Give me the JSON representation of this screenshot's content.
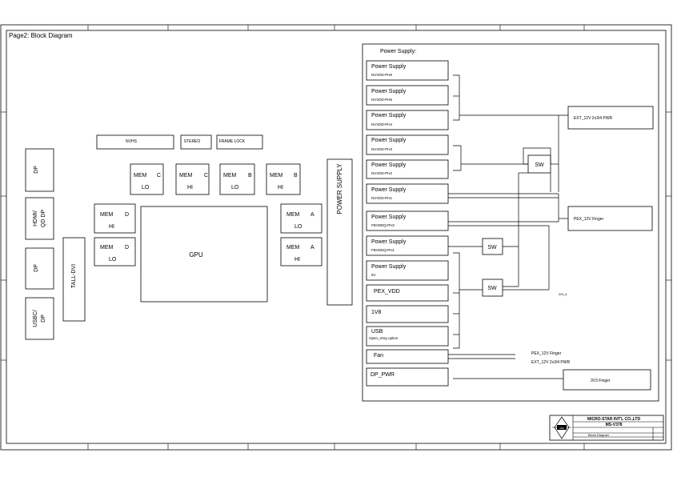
{
  "page": {
    "title": "Page2: Block Diagram"
  },
  "connectors": [
    {
      "label": "DP"
    },
    {
      "label": "HDMI/",
      "label2": "QD DP"
    },
    {
      "label": "DP"
    },
    {
      "label": "USBC/",
      "label2": "DP"
    }
  ],
  "tall_dvi": "TALL-DVI",
  "top_blocks": {
    "nvhs": "NVHS",
    "stereo": "STEREO",
    "frame_lock": "FRAME LOCK"
  },
  "gpu": "GPU",
  "memory": [
    {
      "line1": "MEM",
      "ch": "C",
      "line2": "LO"
    },
    {
      "line1": "MEM",
      "ch": "C",
      "line2": "HI"
    },
    {
      "line1": "MEM",
      "ch": "B",
      "line2": "LO"
    },
    {
      "line1": "MEM",
      "ch": "B",
      "line2": "HI"
    },
    {
      "line1": "MEM",
      "ch": "D",
      "line2": "HI"
    },
    {
      "line1": "MEM",
      "ch": "D",
      "line2": "LO"
    },
    {
      "line1": "MEM",
      "ch": "A",
      "line2": "LO"
    },
    {
      "line1": "MEM",
      "ch": "A",
      "line2": "HI"
    }
  ],
  "power_supply_bar": "POWER SUPPLY",
  "power": {
    "header": "Power Supply:",
    "items": [
      {
        "title": "Power Supply",
        "sub": "NVVDD-PH6"
      },
      {
        "title": "Power Supply",
        "sub": "NVVDD-PH5"
      },
      {
        "title": "Power Supply",
        "sub": "NVVDD-PH4"
      },
      {
        "title": "Power Supply",
        "sub": "NVVDD-PH3"
      },
      {
        "title": "Power Supply",
        "sub": "NVVDD-PH2"
      },
      {
        "title": "Power Supply",
        "sub": "NVVDD-PH1"
      },
      {
        "title": "Power Supply",
        "sub": "FBVDDQ-PH2"
      },
      {
        "title": "Power Supply",
        "sub": "FBVDDQ-PH1"
      },
      {
        "title": "Power Supply",
        "sub": "5V"
      },
      {
        "title": "PEX_VDD",
        "sub": ""
      },
      {
        "title": "1V8",
        "sub": ""
      },
      {
        "title": "USB",
        "sub": "Open_Vreg option"
      },
      {
        "title": "Fan",
        "sub": ""
      },
      {
        "title": "DP_PWR",
        "sub": ""
      }
    ],
    "switches": [
      "SW",
      "SW",
      "SW"
    ],
    "ext_pwr": "EXT_12V 2x3/4 PWR",
    "pex_finger": "PEX_12V Finger",
    "small_label": "3V3_A",
    "fan_labels": [
      "PEX_12V Finger",
      "EXT_12V 2x3/4 PWR"
    ],
    "finger_3v3": "3V3 Finger"
  },
  "title_block": {
    "company": "MICRO-STAR INT'L CO.,LTD",
    "model": "MS-V378",
    "page_title": "Block Diagram",
    "logo_text": "MSI"
  },
  "colors": {
    "line": "#000000",
    "background": "#ffffff"
  }
}
